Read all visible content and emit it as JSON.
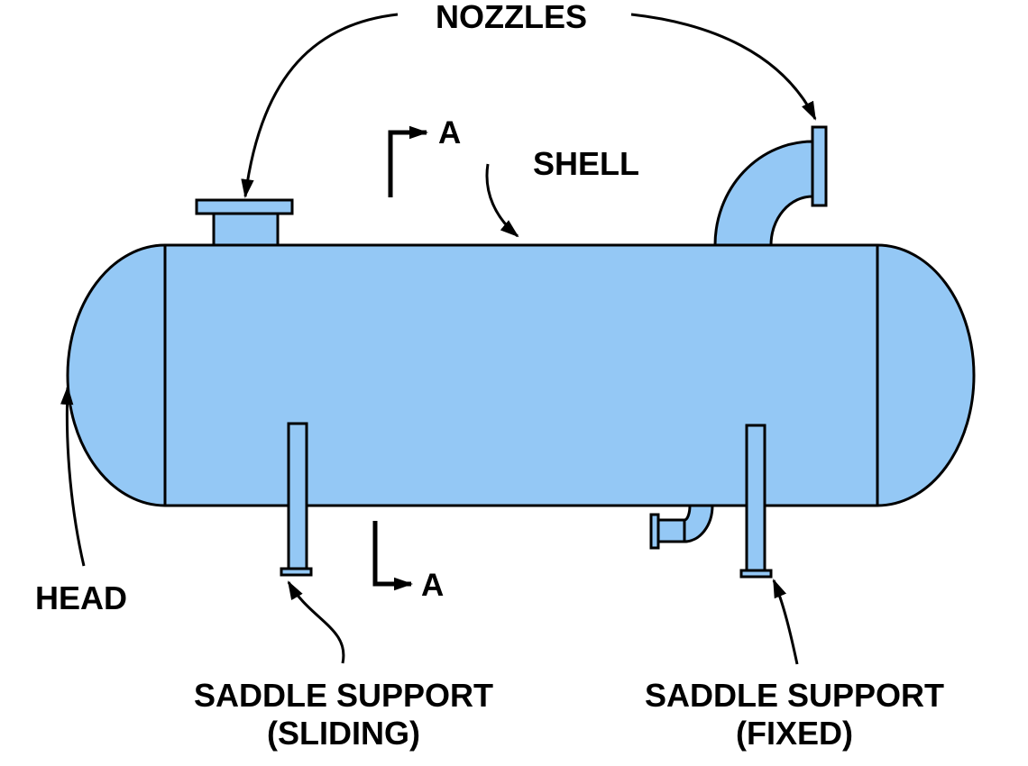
{
  "labels": {
    "nozzles": "NOZZLES",
    "shell": "SHELL",
    "head": "HEAD",
    "saddle_sliding_line1": "SADDLE SUPPORT",
    "saddle_sliding_line2": "(SLIDING)",
    "saddle_fixed_line1": "SADDLE SUPPORT",
    "saddle_fixed_line2": "(FIXED)",
    "section_top": "A",
    "section_bottom": "A"
  },
  "colors": {
    "vessel_fill": "#94c8f5",
    "outline": "#000000",
    "text": "#000000",
    "background": "#ffffff"
  }
}
